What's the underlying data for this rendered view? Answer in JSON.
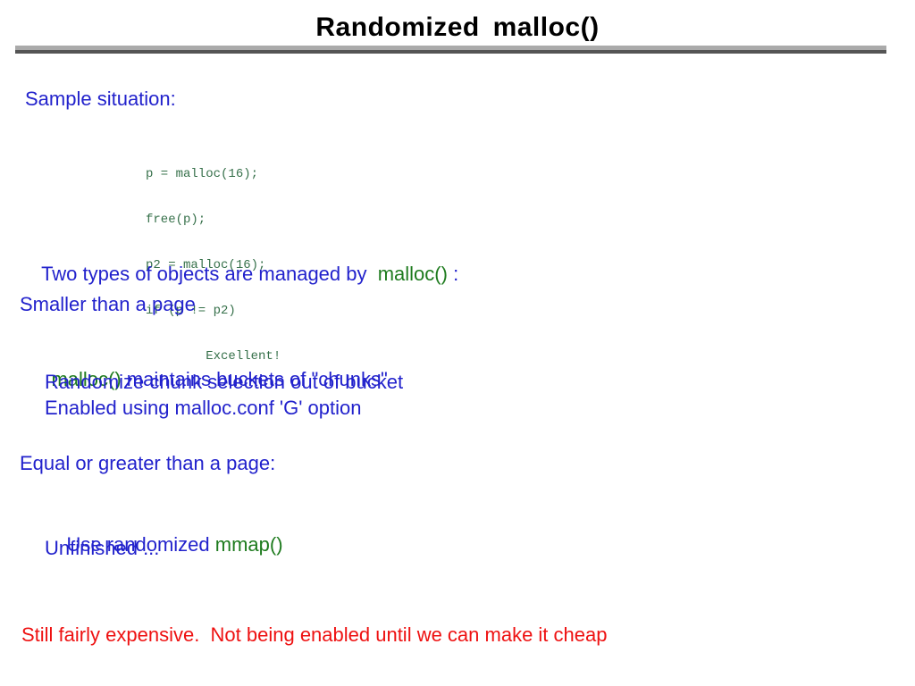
{
  "title": "Randomized malloc()",
  "sample": {
    "label": "Sample situation:",
    "code_lines": [
      "p = malloc(16);",
      "free(p);",
      "p2 = malloc(16);",
      "if (p != p2)",
      "        Excellent!"
    ]
  },
  "two_types": {
    "prefix": "Two types of objects are managed by  ",
    "keyword": "malloc()",
    "suffix": " :"
  },
  "smaller_section": {
    "heading": "Smaller than a page",
    "buckets_keyword": "malloc()",
    "buckets_rest": " maintains buckets of \"chunks\"",
    "bullet_randomize": "Randomize chunk selection out of bucket",
    "bullet_enabled": "Enabled using malloc.conf 'G' option"
  },
  "equal_section": {
    "heading": "Equal or greater than a page:",
    "use_prefix": "Use randomized ",
    "use_keyword": "mmap()",
    "unfinished": "Unfinished ..."
  },
  "footer_note": "Still fairly expensive.  Not being enabled until we can make it cheap",
  "colors": {
    "blue": "#2222cc",
    "green": "#1e7b1e",
    "code_green": "#36704a",
    "red": "#ee1111",
    "rule_light": "#aaaaaa",
    "rule_dark": "#555555"
  }
}
